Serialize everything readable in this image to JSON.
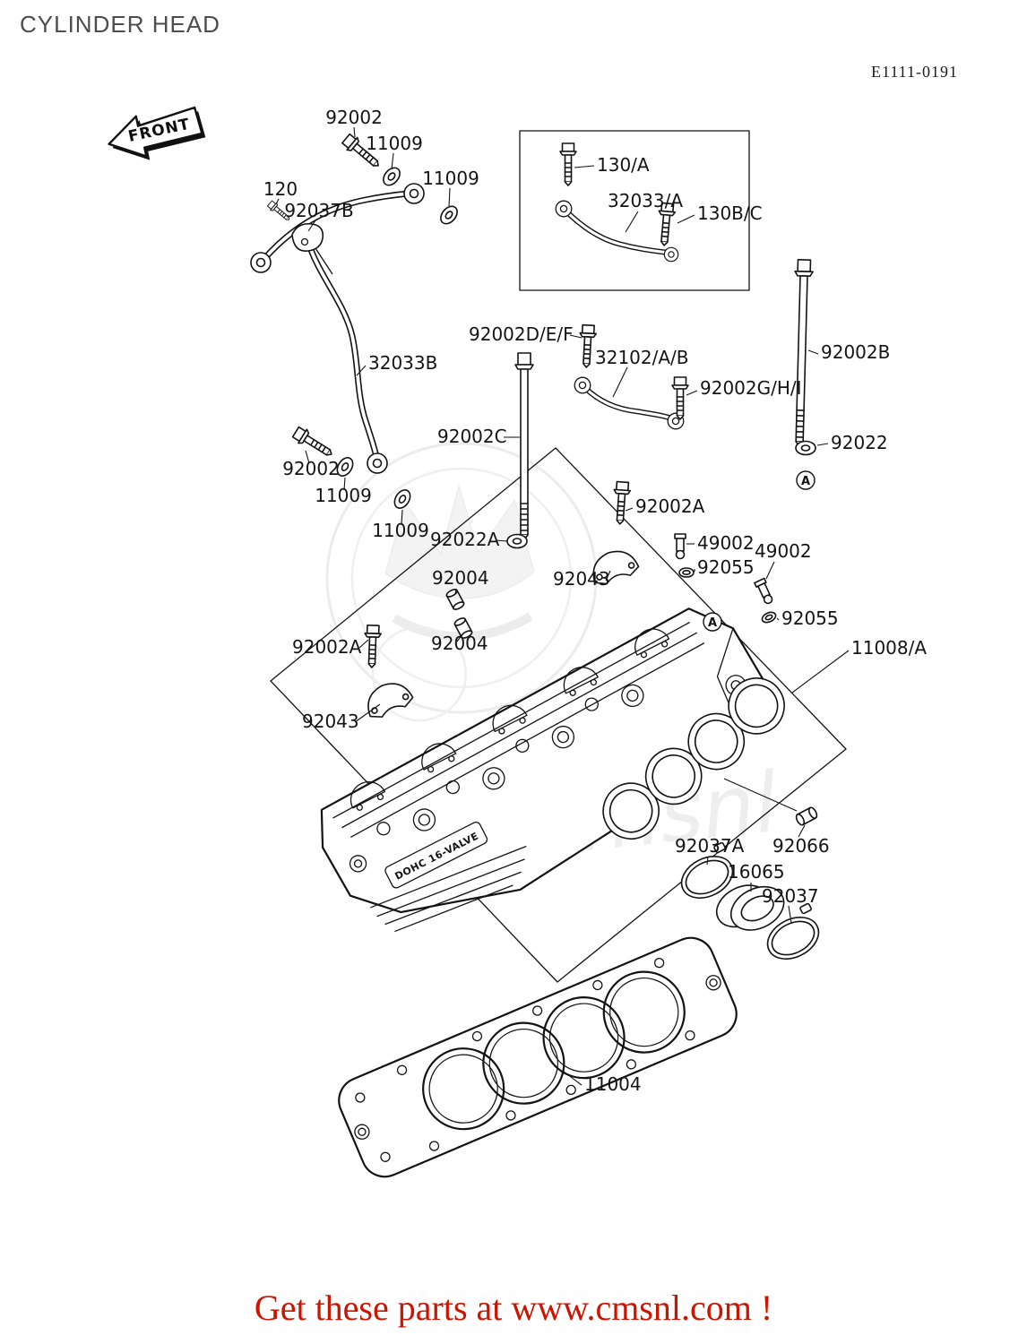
{
  "page": {
    "title": "CYLINDER HEAD",
    "diagram_code": "E1111-0191",
    "front_arrow": "FRONT",
    "head_casting_text": "DOHC 16-VALVE",
    "watermark_text": "cmsnl",
    "footer_text": "Get these parts at www.cmsnl.com !"
  },
  "callouts": {
    "ref_a": "A"
  },
  "labels": [
    "92002",
    "11009",
    "11009",
    "120",
    "92037B",
    "130/A",
    "32033/A",
    "130B/C",
    "92002D/E/F",
    "32102/A/B",
    "92002G/H/I",
    "92002B",
    "32033B",
    "92002C",
    "92022",
    "92002",
    "11009",
    "11009",
    "92022A",
    "92002A",
    "49002",
    "49002",
    "92055",
    "92043",
    "92004",
    "92004",
    "92002A",
    "92055",
    "11008/A",
    "92043",
    "92066",
    "92037A",
    "16065",
    "92037",
    "11004"
  ]
}
